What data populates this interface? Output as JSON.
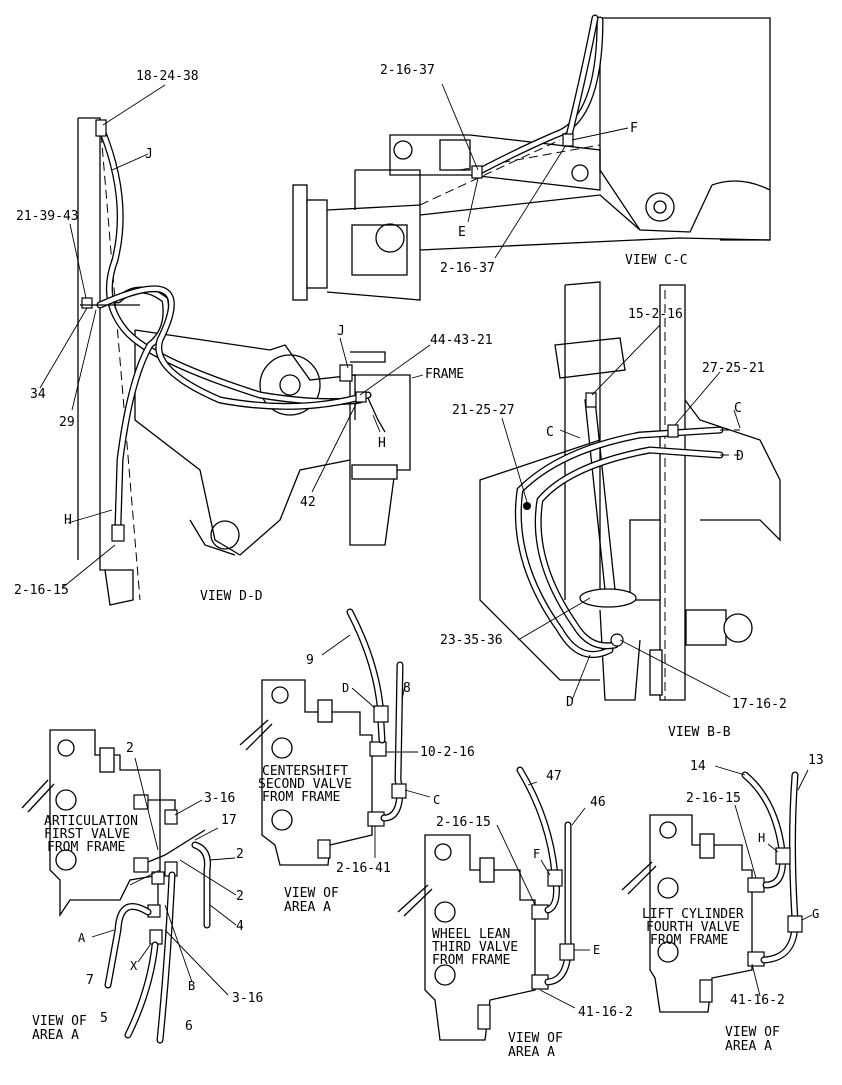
{
  "views": {
    "c_c": {
      "title": "VIEW C-C",
      "callouts": [
        "2-16-37",
        "F",
        "E",
        "2-16-37"
      ]
    },
    "d_d": {
      "title": "VIEW D-D",
      "callouts": [
        "18-24-38",
        "J",
        "21-39-43",
        "34",
        "29",
        "J",
        "44-43-21",
        "FRAME",
        "H",
        "42",
        "H",
        "2-16-15"
      ]
    },
    "b_b": {
      "title": "VIEW B-B",
      "callouts": [
        "15-2-16",
        "27-25-21",
        "C",
        "21-25-27",
        "C",
        "D",
        "23-35-36",
        "17-16-2",
        "D"
      ]
    },
    "area_a_1": {
      "title": [
        "VIEW OF",
        "AREA A"
      ],
      "valve_label": [
        "ARTICULATION",
        "FIRST VALVE",
        "FROM FRAME"
      ],
      "callouts": [
        "2",
        "3-16",
        "17",
        "2",
        "2",
        "4",
        "A",
        "X",
        "B",
        "7",
        "5",
        "6",
        "3-16"
      ]
    },
    "area_a_2": {
      "title": [
        "VIEW OF",
        "AREA A"
      ],
      "valve_label": [
        "CENTERSHIFT",
        "SECOND VALVE",
        "FROM FRAME"
      ],
      "callouts": [
        "9",
        "8",
        "D",
        "10-2-16",
        "C",
        "2-16-41"
      ]
    },
    "area_a_3": {
      "title": [
        "VIEW OF",
        "AREA A"
      ],
      "valve_label": [
        "WHEEL LEAN",
        "THIRD VALVE",
        "FROM FRAME"
      ],
      "callouts": [
        "47",
        "46",
        "2-16-15",
        "F",
        "E",
        "41-16-2"
      ]
    },
    "area_a_4": {
      "title": [
        "VIEW OF",
        "AREA A"
      ],
      "valve_label": [
        "LIFT CYLINDER",
        "FOURTH VALVE",
        "FROM FRAME"
      ],
      "callouts": [
        "14",
        "13",
        "2-16-15",
        "H",
        "G",
        "41-16-2"
      ]
    }
  }
}
